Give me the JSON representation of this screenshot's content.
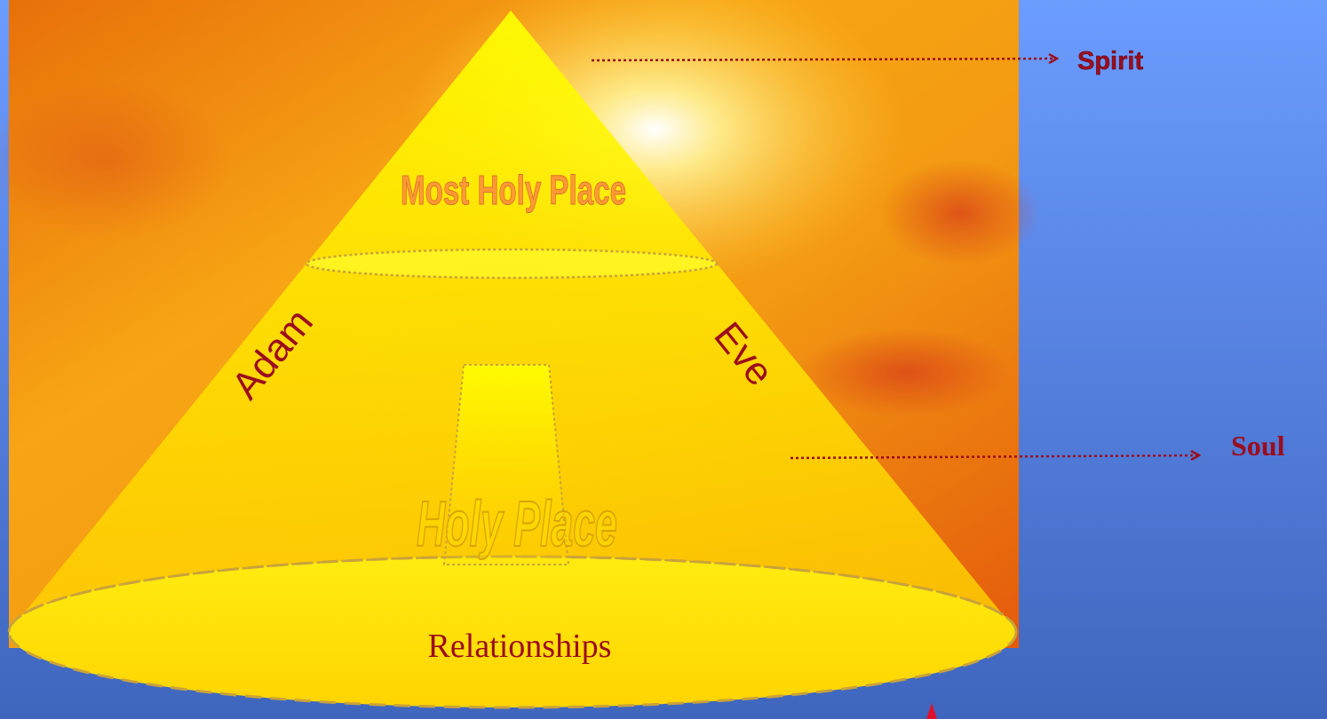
{
  "labels": {
    "spirit": "Spirit",
    "soul": "Soul",
    "most_holy_place": "Most Holy Place",
    "holy_place": "Holy Place",
    "adam": "Adam",
    "eve": "Eve",
    "relationships": "Relationships"
  },
  "colors": {
    "label_red": "#9b0d1e",
    "cone_yellow": "#ffea00",
    "sky_orange": "#f59a10",
    "outline_text_gold": "#e6b400"
  }
}
